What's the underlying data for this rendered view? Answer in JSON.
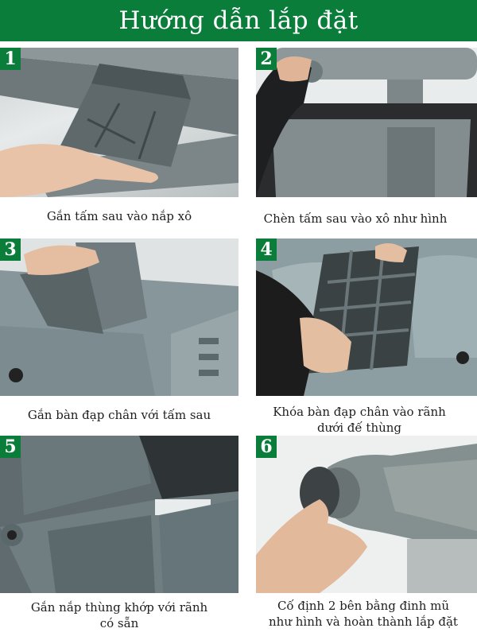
{
  "header": {
    "title": "Hướng dẫn lắp đặt"
  },
  "colors": {
    "brand_green": "#0b7d3a",
    "caption_text": "#1e1e1e",
    "plastic_gray": "#7f8a8d"
  },
  "steps": [
    {
      "number": "1",
      "caption": "Gắn tấm sau vào nắp xô",
      "image": "hand-attaching-back-plate-to-lid-photo"
    },
    {
      "number": "2",
      "caption": "Chèn tấm sau vào xô như hình",
      "image": "inserting-back-plate-into-bin-photo"
    },
    {
      "number": "3",
      "caption": "Gắn bàn đạp chân với tấm sau",
      "image": "attaching-foot-pedal-to-back-plate-photo"
    },
    {
      "number": "4",
      "caption_line1": "Khóa bàn đạp chân vào rãnh",
      "caption_line2": "dưới đế thùng",
      "image": "locking-pedal-under-bin-base-photo"
    },
    {
      "number": "5",
      "caption_line1": "Gắn nắp thùng khớp với rãnh",
      "caption_line2": "có sẵn",
      "image": "fitting-lid-into-groove-photo"
    },
    {
      "number": "6",
      "caption_line1": "Cố định 2 bên bằng đinh mũ",
      "caption_line2": "như hình và hoàn thành lắp đặt",
      "image": "fixing-side-cap-pins-photo"
    }
  ]
}
